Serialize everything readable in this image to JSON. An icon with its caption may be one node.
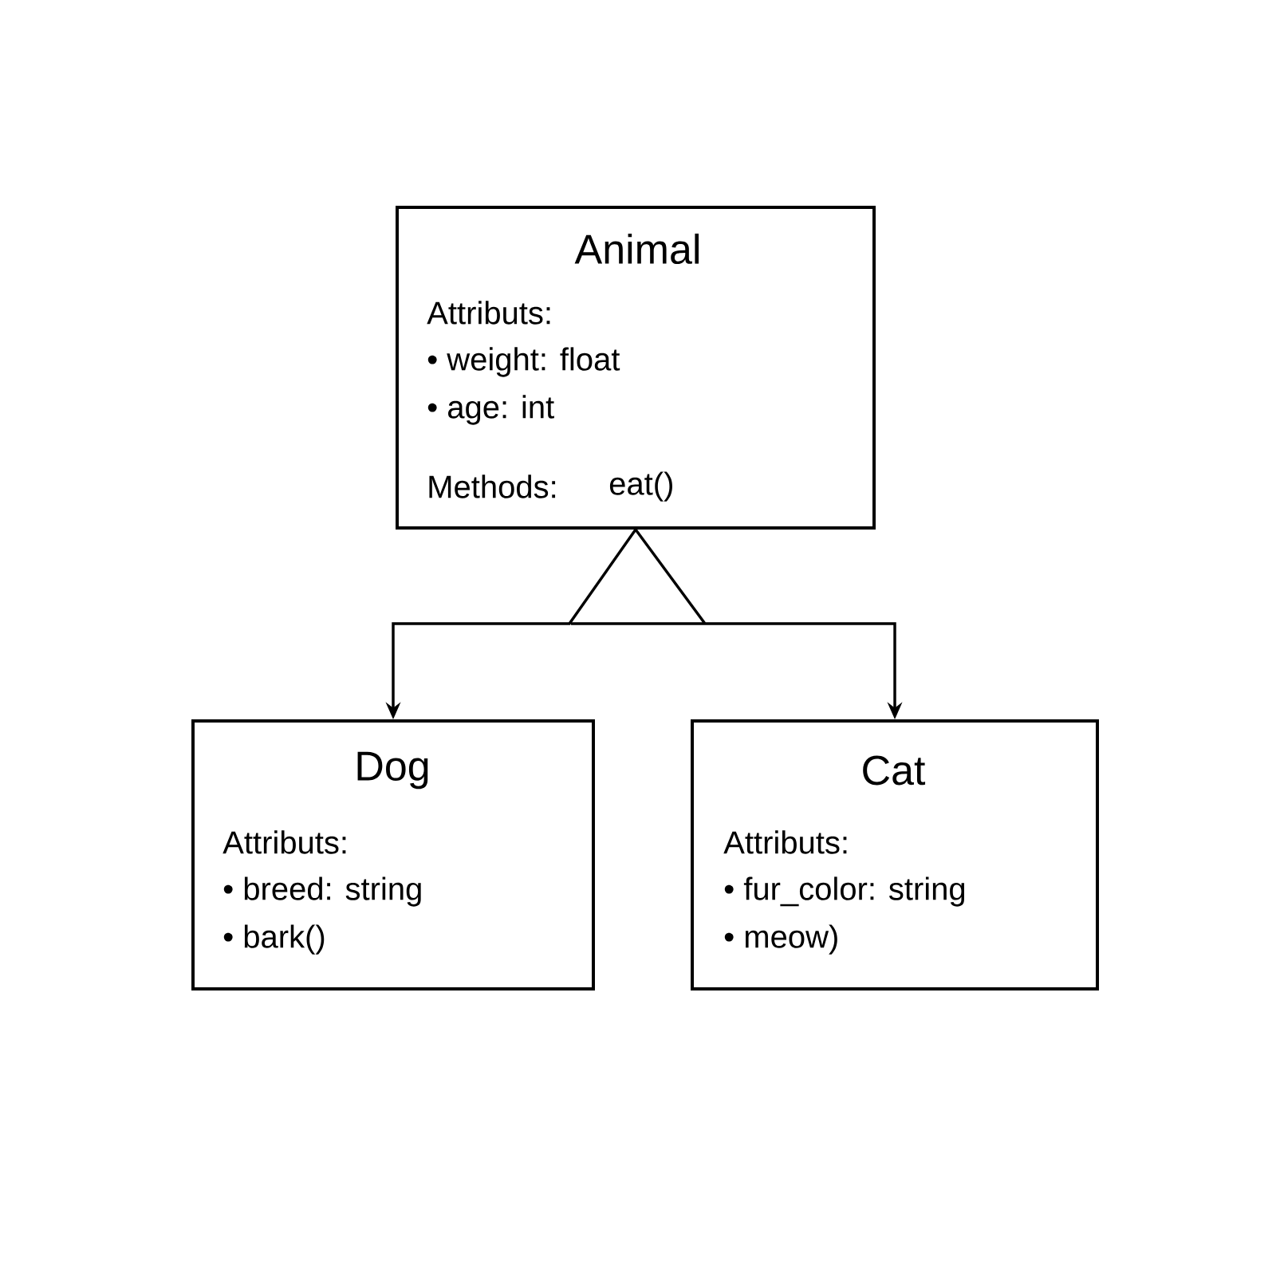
{
  "diagram": {
    "nodes": [
      {
        "text": [
          "Animal",
          "Attributs:",
          "• weight: float",
          "• age: int",
          "Methods:",
          "eat()"
        ]
      },
      {
        "text": [
          "Dog",
          "Attributs:",
          "• breed: string",
          "• bark()"
        ]
      },
      {
        "text": [
          "Cat",
          "Attributs:",
          "• fur_color: string",
          "• meow)"
        ]
      }
    ],
    "edges": [
      {
        "from": 0,
        "to": 1,
        "arrow": "to"
      },
      {
        "from": 0,
        "to": 2,
        "arrow": "to"
      }
    ]
  }
}
